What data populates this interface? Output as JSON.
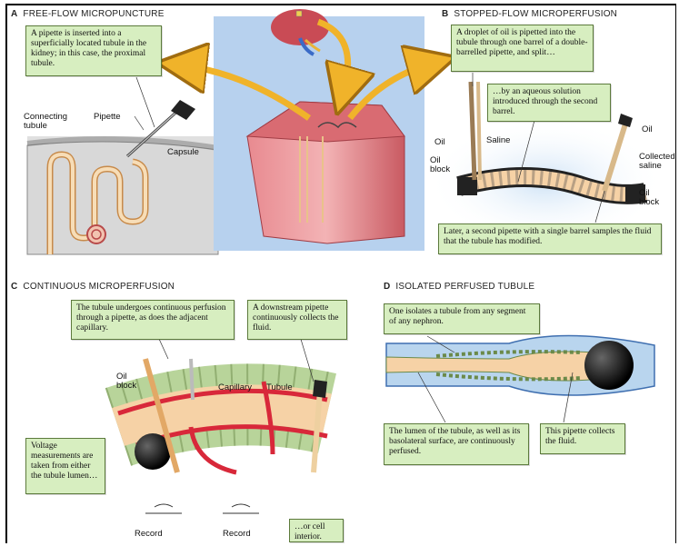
{
  "panels": {
    "a": {
      "letter": "A",
      "title": "FREE-FLOW MICROPUNCTURE",
      "callout": "A pipette is inserted into a superficially located tubule in the kidney; in this case, the proximal tubule.",
      "labels": {
        "connecting_tubule": "Connecting tubule",
        "pipette": "Pipette",
        "capsule": "Capsule"
      }
    },
    "b": {
      "letter": "B",
      "title": "STOPPED-FLOW MICROPERFUSION",
      "callout_1": "A droplet of oil is pipetted into the tubule through one barrel of a double-barrelled pipette, and split…",
      "callout_2": "…by an aqueous solution introduced through the second barrel.",
      "callout_3": "Later, a second pipette with a single barrel samples the fluid that the tubule has modified.",
      "labels": {
        "oil_left": "Oil",
        "saline": "Saline",
        "oil_block_left": "Oil block",
        "oil_right": "Oil",
        "collected_saline": "Collected saline",
        "oil_block_right": "Oil block"
      }
    },
    "c": {
      "letter": "C",
      "title": "CONTINUOUS MICROPERFUSION",
      "callout_1": "The tubule undergoes continuous perfusion through a pipette, as does the adjacent capillary.",
      "callout_2": "A downstream pipette continuously collects the fluid.",
      "callout_3": "Voltage measurements are taken from either the tubule lumen…",
      "callout_4": "…or cell interior.",
      "labels": {
        "oil_block": "Oil block",
        "capillary": "Capillary",
        "tubule": "Tubule",
        "record_1": "Record",
        "record_2": "Record"
      }
    },
    "d": {
      "letter": "D",
      "title": "ISOLATED PERFUSED TUBULE",
      "callout_1": "One isolates a tubule from any segment of any nephron.",
      "callout_2": "The lumen of the tubule, as well as its basolateral surface, are continuously perfused.",
      "callout_3": "This pipette collects the fluid."
    }
  },
  "colors": {
    "callout_fill": "#d7eec0",
    "arrow_gold": "#f0b32a",
    "tubule_peach": "#f6d2a6",
    "capillary_red": "#d8283a",
    "cell_green": "#b8d49a",
    "bath_blue": "#b9d5ee",
    "kidney_red": "#c94b55"
  }
}
